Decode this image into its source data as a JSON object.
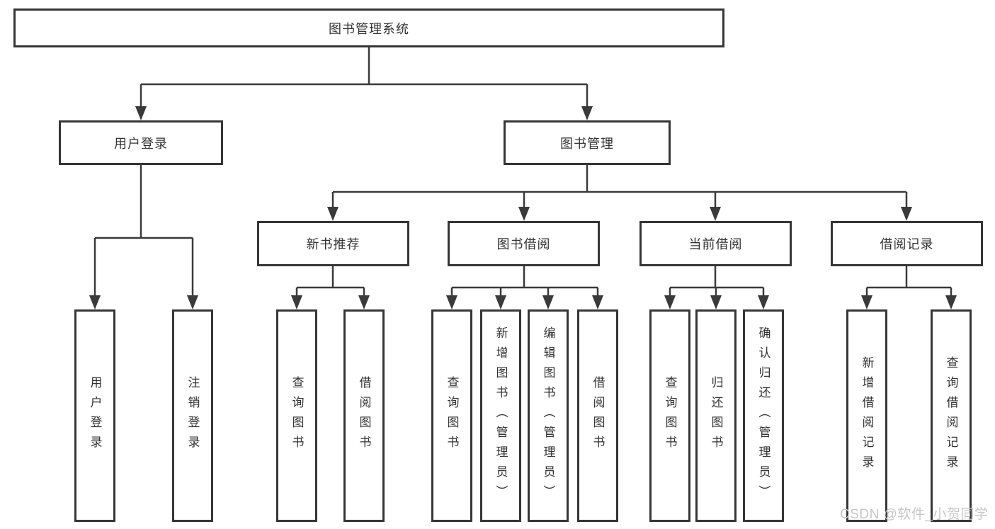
{
  "diagram_title": "图书管理系统",
  "tree": {
    "label": "图书管理系统",
    "children": [
      {
        "label": "用户登录",
        "children": [
          {
            "label": "用户登录"
          },
          {
            "label": "注销登录"
          }
        ]
      },
      {
        "label": "图书管理",
        "children": [
          {
            "label": "新书推荐",
            "children": [
              {
                "label": "查询图书"
              },
              {
                "label": "借阅图书"
              }
            ]
          },
          {
            "label": "图书借阅",
            "children": [
              {
                "label": "查询图书"
              },
              {
                "label": "新增图书（管理员）"
              },
              {
                "label": "编辑图书（管理员）"
              },
              {
                "label": "借阅图书"
              }
            ]
          },
          {
            "label": "当前借阅",
            "children": [
              {
                "label": "查询图书"
              },
              {
                "label": "归还图书"
              },
              {
                "label": "确认归还（管理员）"
              }
            ]
          },
          {
            "label": "借阅记录",
            "children": [
              {
                "label": "新增借阅记录"
              },
              {
                "label": "查询借阅记录"
              }
            ]
          }
        ]
      }
    ]
  },
  "watermark": {
    "text": "CSDN @软件_小贺同学"
  },
  "colors": {
    "line": "#3a3a3a",
    "box_border": "#363636",
    "text": "#333333",
    "watermark": "#c6c6c6",
    "background": "#ffffff"
  }
}
